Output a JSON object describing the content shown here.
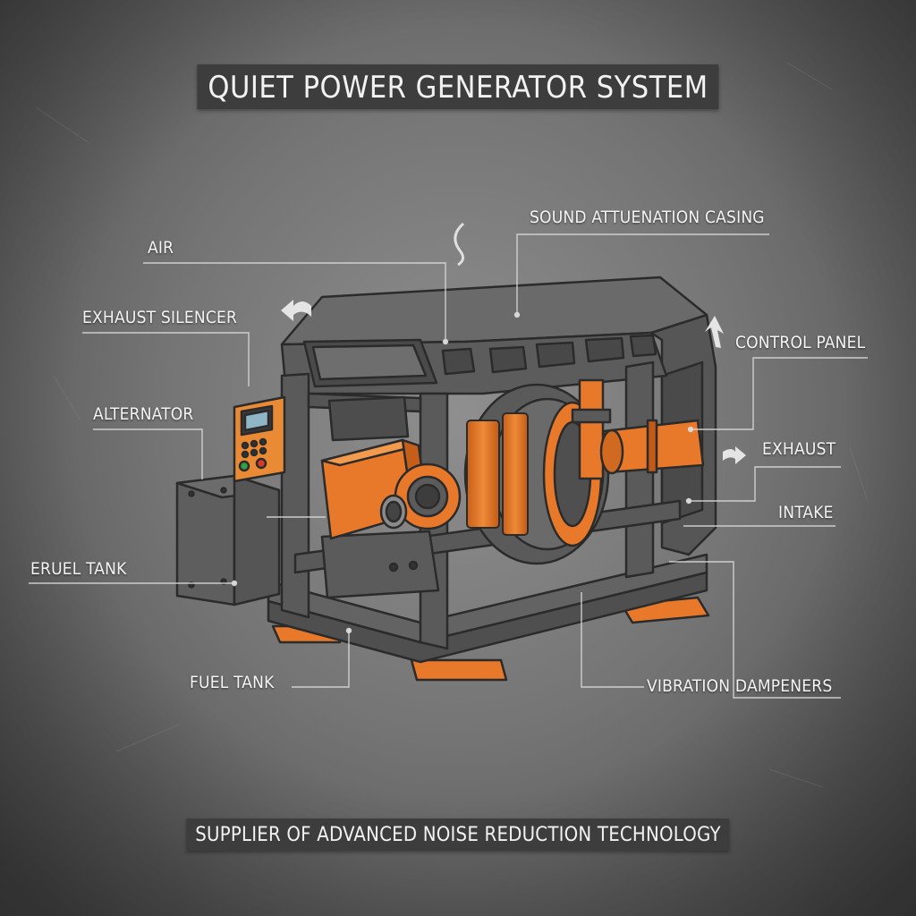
{
  "header": {
    "title": "QUIET POWER GENERATOR SYSTEM"
  },
  "footer": {
    "tagline": "SUPPLIER OF ADVANCED NOISE REDUCTION TECHNOLOGY"
  },
  "labels": {
    "sound_casing": "SOUND ATTUENATION CASING",
    "air": "AIR",
    "exhaust_silencer": "EXHAUST SILENCER",
    "control_panel": "CONTROL PANEL",
    "alternator": "ALTERNATOR",
    "exhaust": "EXHAUST",
    "intake": "INTAKE",
    "eruel_tank": "ERUEL TANK",
    "fuel_tank": "FUEL TANK",
    "vibration_dampeners": "VIBRATION DAMPENERS"
  },
  "colors": {
    "accent_orange": "#e8782a",
    "frame_gray": "#585858",
    "panel_orange": "#e98a35",
    "label_text": "#f4f4f4",
    "banner_bg": "#3d3d3d"
  },
  "icons": [
    "flow-arrow-left-icon",
    "flow-arrow-up-icon",
    "flow-arrow-right-icon",
    "flow-swirl-icon"
  ]
}
